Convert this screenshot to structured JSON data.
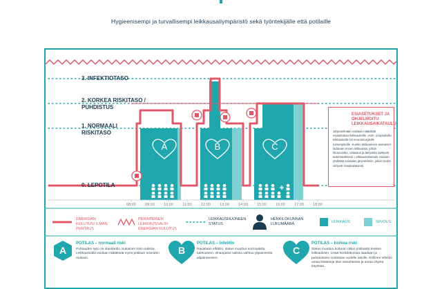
{
  "subtitle": "Hygieenisempi ja turvallisempi leikkausaliympäristö sekä työntekijälle että potilaille",
  "levels": {
    "l3": "3. INFEKTIOTASO",
    "l2a": "2. KORKEA RISKITASO /",
    "l2b": "PUHDISTUS",
    "l1a": "1. NORMAALI",
    "l1b": "RISKITASO",
    "l0": "0. LEPOTILA"
  },
  "times": [
    "08:00",
    "09:00",
    "10:00",
    "11:00",
    "12:00",
    "13:00",
    "14:00",
    "15:00",
    "16:00",
    "17:00",
    "18:00"
  ],
  "rooms": [
    "A",
    "B",
    "C"
  ],
  "legend": {
    "energy": "ENERGIAN KULUTUS/ ILMAN PUHTAUS",
    "traditional": "PERINTEISEN LEIKKAUSSALIN ENERGIAN KULUTUS",
    "status": "LEIKKAUSHUONEEN STATUS",
    "staff": "HENKILÖKUNNAN LUKUMÄÄRÄ",
    "surgery": "LEIKKAUS",
    "cleaning": "SIIVOUS"
  },
  "side_box": {
    "title": "ESIASETUKSET JA OHJELMOITU LEIKKAUSAIKATAULU",
    "text": "Järjestelmään voidaan määrittää esiasetukset leikkauksille, esim. ortopedisille leikkauksille tai neurokirurgisille toimenpiteille. Kunkin leikkauksen asetukset ladataan ennen leikkausta, jolloin ilmanvaihto, valaistus ja lämpötila säätyvät automaattisesti. Leikkausaikataulu voidaan yhdistää sairaalan järjestelmiin, jolloin tiedot siirtyvät reaaliaikaisesti."
  },
  "categories": [
    {
      "letter": "A",
      "title": "POTILAS – normaali riski",
      "text": "Puhtauden taso on standardin mukainen koko salissa. Leikkaussalia voidaan räätälöidä myös potilaan toiveiden mukaan."
    },
    {
      "letter": "B",
      "title": "POTILAS – infektio",
      "text": "Havaitaan infektio, status muuttuu normaalista tuletuuteen. Ilmanpaine salissa vaihtuu ylipaineesta alipaineeseen."
    },
    {
      "letter": "C",
      "title": "POTILAS – korkea riski",
      "text": "Status muuttuu korkean riskin potilaaksi kesken leikkauksen. Lisää henkilökuntaa saadaan ja puhtaustaso nostetaan uudelle tasolle. Erillinen infektio antaa lisätietoja tilan olosuhteista ja antaa ohjeita käytöstä."
    }
  ],
  "colors": {
    "teal": "#1fa7ad",
    "teal_light": "#7fd0d3",
    "red": "#e05767",
    "navy": "#1a3b4f"
  }
}
